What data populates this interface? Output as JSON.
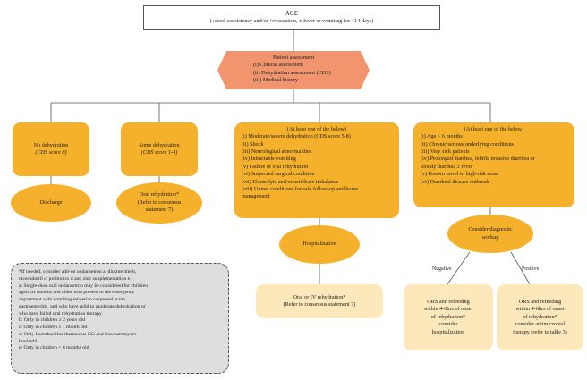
{
  "age": {
    "title": "AGE",
    "subtitle": "(↓stool consistency and/or ↑evacuation, ± fever or vomiting for <14 days)"
  },
  "assessment": {
    "title": "Patient assessment",
    "items": [
      "(i) Clinical assessment",
      "(ii) Dehydration assessment (CDS)",
      "(iii) Medical history"
    ]
  },
  "no_dehydration": {
    "line1": "No dehydration",
    "line2": "(CDS score 0)"
  },
  "some_dehydration": {
    "line1": "Some dehydration",
    "line2": "(CDS score 1-4)"
  },
  "severe": {
    "header": "(At least one of the below)",
    "items": [
      "(i) Moderate/severe dehydration (CDS score 5-8)",
      "(ii) Shock",
      "(iii) Neurological abnormalities",
      "(iv) Intractable vomiting",
      "(v) Failure of oral rehydration",
      "(vi) Suspected surgical condition",
      "(vii) Electrolyte and/or acid/base imbalance",
      "(viii) Unmet conditions for safe follow-up and home",
      "management"
    ]
  },
  "risk": {
    "header": "(At least one of the below)",
    "items": [
      "(i) Age < 6 months",
      "(ii) Chronic/serious underlying conditions",
      "(iii) Very sick patients",
      "(iv) Prolonged diarrhea, febrile invasive diarrhea or",
      "bloody diarrhea ± fever",
      "(v) Known travel to high-risk areas",
      "(vi) Diarrheal disease outbreak"
    ]
  },
  "discharge": "Discharge",
  "oral_rehydration": {
    "line1": "Oral rehydration*",
    "line2": "(Refer to consensus",
    "line3": "statement 7)"
  },
  "hospitalisation": "Hospitalisation",
  "workup": {
    "line1": "Consider diagnostic",
    "line2": "workup"
  },
  "oral_iv": {
    "line1": "Oral or IV rehydration*",
    "line2": "(Refer to consensus statement 7)"
  },
  "negative_label": "Negative",
  "positive_label": "Positive",
  "ors_negative": [
    "ORS and refeeding",
    "within 4-6hrs of onset",
    "of rehydration*",
    "consider",
    "hospitalization"
  ],
  "ors_positive": [
    "ORS and refeeding",
    "within 4-6hrs of onset",
    "of rehydration*",
    "consider antimicrobial",
    "therapy (refer to table 3)"
  ],
  "legend_lines": [
    "*If needed, consider add-on ondansetron a, diosmectite b,",
    "racecadotril c, probiotics d and zinc supplementation e.",
    "a: Single-dose oral ondansetron may be considered for children",
    "aged six months and older who present to the emergency",
    "department with vomiting related to suspected acute",
    "gastroenteritis, and who have mild to moderate dehydration or",
    "who have failed oral rehydration therapy.",
    "b: Only in children ≥ 2 years old",
    "c: Only in children ≥ 1 month old",
    "d: Only Lactobacillus rhamnosus GG and Saccharomyces",
    "boulardii.",
    "e: Only in children > 6 months old"
  ],
  "colors": {
    "orange": "#f6b12c",
    "light": "#fde8bb",
    "salmon": "#f0956d",
    "legend_bg": "#dedede"
  }
}
